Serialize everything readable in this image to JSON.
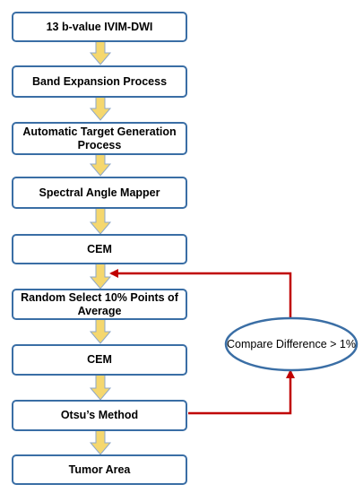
{
  "steps": {
    "s1": "13 b-value IVIM-DWI",
    "s2": "Band Expansion Process",
    "s3": "Automatic Target Generation Process",
    "s4": "Spectral Angle Mapper",
    "s5": "CEM",
    "s6": "Random Select 10% Points of Average",
    "s7": "CEM",
    "s8": "Otsu’s Method",
    "s9": "Tumor Area"
  },
  "decision": "Compare Difference > 1%",
  "colors": {
    "box_border": "#3a6ea5",
    "arrow_fill": "#f5d76e",
    "arrow_stroke": "#8ea7c7",
    "loop_line": "#c00000",
    "ellipse_border": "#3a6ea5"
  }
}
